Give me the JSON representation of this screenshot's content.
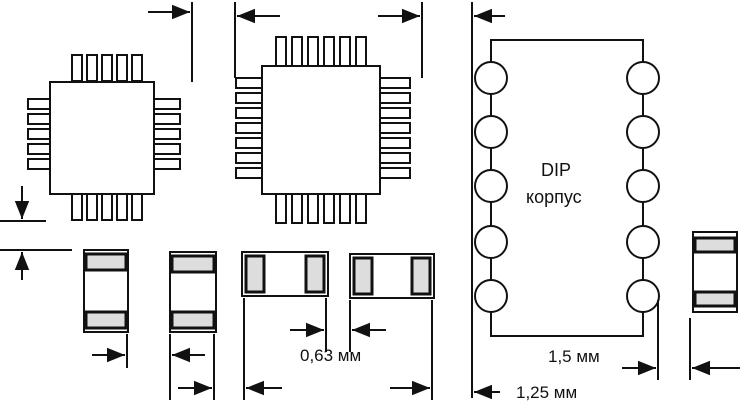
{
  "labels": {
    "dip_line1": "DIP",
    "dip_line2": "корпус",
    "dim_063": "0,63 мм",
    "dim_15": "1,5 мм",
    "dim_125": "1,25 мм"
  },
  "colors": {
    "ink": "#111111",
    "paper": "#ffffff"
  },
  "components": {
    "qfp_packages": 2,
    "dip_pins_per_side": 5,
    "chip_components": 5
  }
}
